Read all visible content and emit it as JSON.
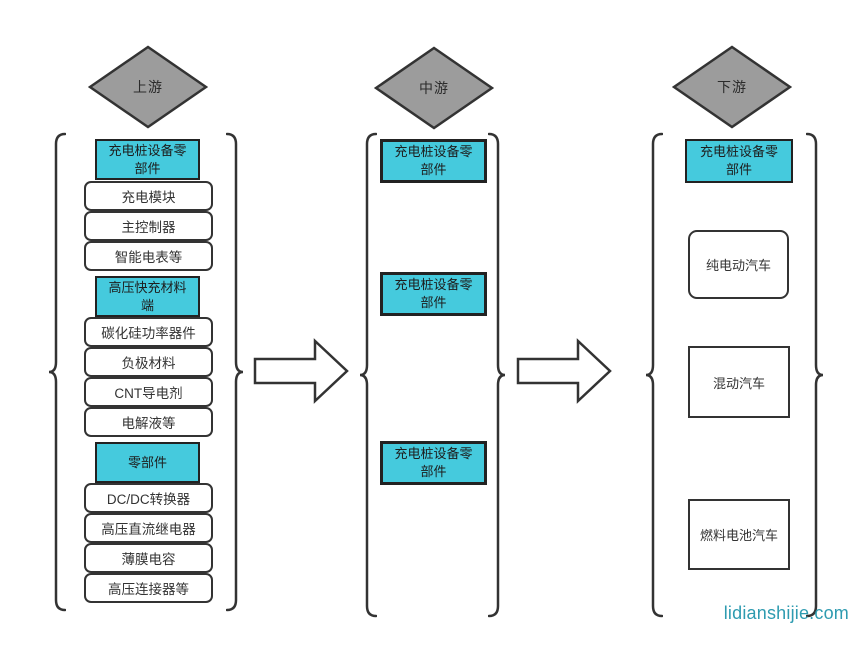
{
  "diagram": {
    "watermark": "lidianshijie.com",
    "colors": {
      "highlight_fill": "#45cadd",
      "diamond_fill": "#9c9c9c",
      "stroke": "#333333",
      "watermark_text": "#2e9bb0"
    },
    "upstream": {
      "header": "上游",
      "groups": [
        {
          "title": "充电桩设备零部件",
          "items": [
            "充电模块",
            "主控制器",
            "智能电表等"
          ]
        },
        {
          "title": "高压快充材料端",
          "items": [
            "碳化硅功率器件",
            "负极材料",
            "CNT导电剂",
            "电解液等"
          ]
        },
        {
          "title": "零部件",
          "items": [
            "DC/DC转换器",
            "高压直流继电器",
            "薄膜电容",
            "高压连接器等"
          ]
        }
      ]
    },
    "midstream": {
      "header": "中游",
      "boxes": [
        "充电桩设备零部件",
        "充电桩设备零部件",
        "充电桩设备零部件"
      ]
    },
    "downstream": {
      "header": "下游",
      "title_box": "充电桩设备零部件",
      "boxes": [
        "纯电动汽车",
        "混动汽车",
        "燃料电池汽车"
      ]
    }
  }
}
